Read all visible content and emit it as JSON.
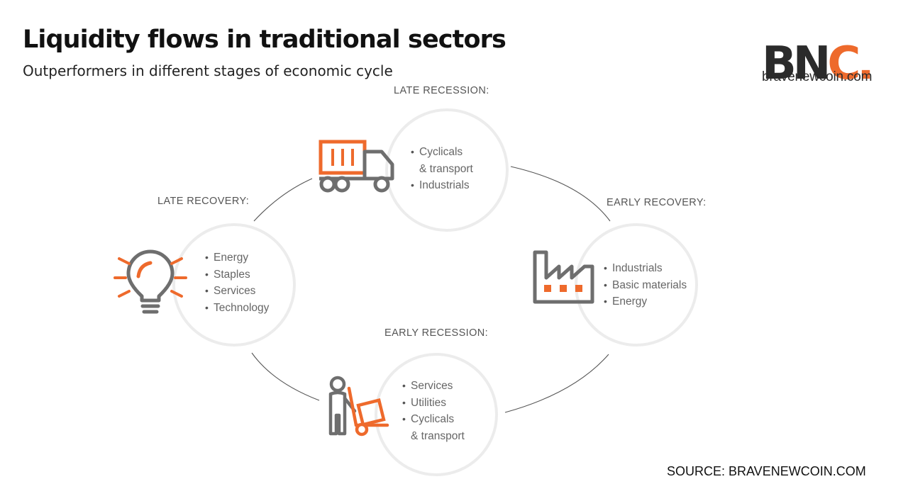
{
  "header": {
    "title": "Liquidity flows in traditional sectors",
    "subtitle": "Outperformers in different stages of economic cycle"
  },
  "logo": {
    "mark_main": "BN",
    "mark_accent": "C.",
    "domain": "bravenewcoin.com"
  },
  "colors": {
    "accent": "#ee6a2c",
    "icon_gray": "#6e6e6e",
    "circle": "#ececec",
    "arc": "#555555"
  },
  "stages": {
    "late_recession": {
      "label": "LATE RECESSION:",
      "icon": "truck-icon",
      "items": [
        {
          "line1": "Cyclicals",
          "line2": "& transport"
        },
        {
          "line1": "Industrials"
        }
      ]
    },
    "early_recovery": {
      "label": "EARLY RECOVERY:",
      "icon": "factory-icon",
      "items": [
        {
          "line1": "Industrials"
        },
        {
          "line1": "Basic materials"
        },
        {
          "line1": "Energy"
        }
      ]
    },
    "early_recession": {
      "label": "EARLY RECESSION:",
      "icon": "worker-hand-truck-icon",
      "items": [
        {
          "line1": "Services"
        },
        {
          "line1": "Utilities"
        },
        {
          "line1": "Cyclicals",
          "line2": "& transport"
        }
      ]
    },
    "late_recovery": {
      "label": "LATE RECOVERY:",
      "icon": "lightbulb-icon",
      "items": [
        {
          "line1": "Energy"
        },
        {
          "line1": "Staples"
        },
        {
          "line1": "Services"
        },
        {
          "line1": "Technology"
        }
      ]
    }
  },
  "bullet": "•",
  "footer": {
    "source": "SOURCE: BRAVENEWCOIN.COM"
  }
}
